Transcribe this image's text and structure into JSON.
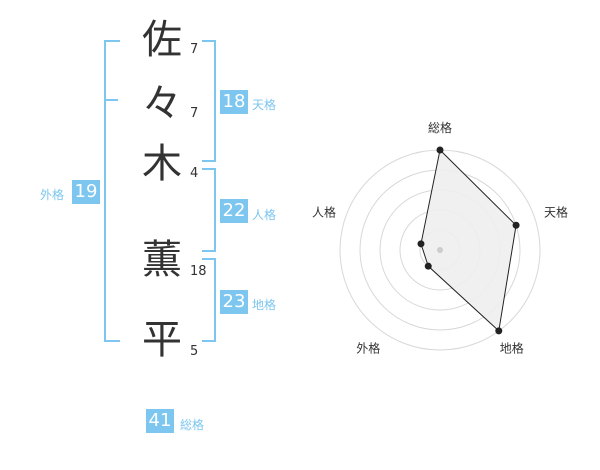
{
  "name_chars": [
    {
      "char": "佐",
      "strokes": "7"
    },
    {
      "char": "々",
      "strokes": "7"
    },
    {
      "char": "木",
      "strokes": "4"
    },
    {
      "char": "薫",
      "strokes": "18"
    },
    {
      "char": "平",
      "strokes": "5"
    }
  ],
  "results": {
    "tenkaku": {
      "value": "18",
      "label": "天格"
    },
    "jinkaku": {
      "value": "22",
      "label": "人格"
    },
    "chikaku": {
      "value": "23",
      "label": "地格"
    },
    "gaikaku": {
      "value": "19",
      "label": "外格"
    },
    "soukaku": {
      "value": "41",
      "label": "総格"
    }
  },
  "colors": {
    "accent": "#7cc6ef",
    "text": "#333333",
    "radar_fill": "#eeeeee"
  },
  "chart_data": {
    "type": "radar",
    "axes": [
      "総格",
      "天格",
      "地格",
      "外格",
      "人格"
    ],
    "values": [
      5,
      4,
      5,
      1,
      1
    ],
    "rmax": 5,
    "rings": 5
  }
}
